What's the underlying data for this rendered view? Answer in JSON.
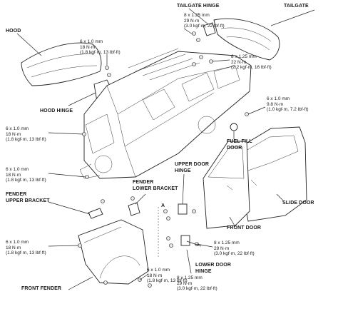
{
  "parts": {
    "hood": "HOOD",
    "hood_hinge": "HOOD HINGE",
    "tailgate_hinge": "TAILGATE HINGE",
    "tailgate": "TAILGATE",
    "fuel_fill_door_1": "FUEL FILL",
    "fuel_fill_door_2": "DOOR",
    "fender_lower_bracket_1": "FENDER",
    "fender_lower_bracket_2": "LOWER BRACKET",
    "upper_door_hinge_1": "UPPER DOOR",
    "upper_door_hinge_2": "HINGE",
    "fender_upper_bracket_1": "FENDER",
    "fender_upper_bracket_2": "UPPER BRACKET",
    "slide_door": "SLIDE DOOR",
    "front_door": "FRONT DOOR",
    "lower_door_hinge_1": "LOWER DOOR",
    "lower_door_hinge_2": "HINGE",
    "front_fender": "FRONT FENDER",
    "marker_a": "A"
  },
  "specs": {
    "tailgate_hinge_bolt": [
      "8 x 1.25 mm",
      "29 N·m",
      "(3.0 kgf·m, 22 lbf·ft)"
    ],
    "hood_hinge_bolt": [
      "6 x 1.0 mm",
      "18 N·m",
      "(1.8 kgf·m, 13 lbf·ft)"
    ],
    "tailgate_bolt": [
      "8 x 1.25 mm",
      "22 N·m",
      "(2.2 kgf·m, 16 lbf·ft)"
    ],
    "fuel_door_bolt": [
      "6 x 1.0 mm",
      "9.8 N·m",
      "(1.0 kgf·m, 7.2 lbf·ft)"
    ],
    "body_bolt_left": [
      "6 x 1.0 mm",
      "18 N·m",
      "(1.8 kgf·m, 13 lbf·ft)"
    ],
    "fender_bracket_bolt": [
      "6 x 1.0 mm",
      "18 N·m",
      "(1.8 kgf·m, 13 lbf·ft)"
    ],
    "fender_lower_bolt": [
      "6 x 1.0 mm",
      "18 N·m",
      "(1.8 kgf·m, 13 lbf·ft)"
    ],
    "door_hinge_bolt": [
      "8 x 1.25 mm",
      "29 N·m",
      "(3.0 kgf·m, 22 lbf·ft)"
    ],
    "lower_hinge_bolt": [
      "8 x 1.25 mm",
      "29 N·m",
      "(3.0 kgf·m, 22 lbf·ft)"
    ],
    "fender_bottom_bolt": [
      "6 x 1.0 mm",
      "18 N·m",
      "(1.8 kgf·m, 13 lbf·ft)"
    ]
  }
}
